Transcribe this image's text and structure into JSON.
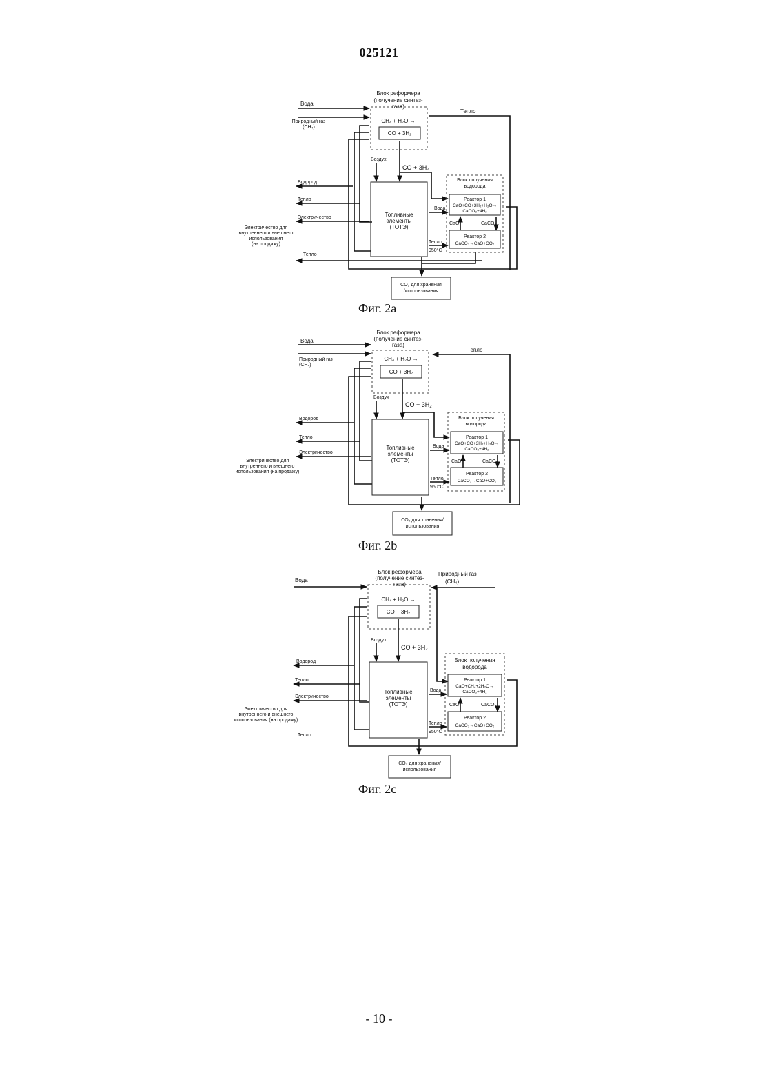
{
  "document": {
    "number": "025121",
    "page_number": "- 10 -"
  },
  "figures": [
    {
      "caption": "Фиг. 2a",
      "reformer": {
        "title1": "Блок реформера",
        "title2": "(получение синтез-",
        "title3": "газа)",
        "reaction1": "CH₄ + H₂O →",
        "reaction2": "CO + 3H₂"
      },
      "inputs": {
        "water": "Вода",
        "gas1": "Природный газ",
        "gas2": "(CH₄)",
        "heat_top": "Тепло",
        "air": "Воздух",
        "syngas": "CO + 3H₂"
      },
      "outputs": {
        "hydrogen": "Водород",
        "heat": "Тепло",
        "electricity": "Электричество",
        "elec_use1": "Электричество для",
        "elec_use2": "внутреннего и внешнего",
        "elec_use3": "использования",
        "elec_use4": "(на продажу)",
        "heat_bottom": "Тепло"
      },
      "fuel_cells": {
        "line1": "Топливные",
        "line2": "элементы",
        "line3": "(ТОТЭ)"
      },
      "hydrogen_block": {
        "title1": "Блок получения",
        "title2": "водорода",
        "reactor1": "Реактор 1",
        "r1_eq1": "CaO+CO+3H₂+H₂O→",
        "r1_eq2": "CaCO₃+4H₂",
        "cao": "CaO",
        "caco3": "CaCO₃",
        "reactor2": "Реактор 2",
        "r2_eq": "CaCO₃→CaO+CO₂"
      },
      "links": {
        "water_in": "Вода",
        "heat_in": "Тепло",
        "temp": "950°C"
      },
      "co2": {
        "line1": "CO₂ для хранения",
        "line2": "/использования"
      }
    },
    {
      "caption": "Фиг. 2b",
      "reformer": {
        "title1": "Блок реформера",
        "title2": "(получение синтез-",
        "title3": "газа)",
        "reaction1": "CH₄ + H₂O →",
        "reaction2": "CO + 3H₂"
      },
      "inputs": {
        "water": "Вода",
        "gas1": "Природный газ",
        "gas2": "(CH₄)",
        "heat_top": "Тепло",
        "air": "Воздух",
        "syngas": "CO + 3H₂"
      },
      "outputs": {
        "hydrogen": "Водород",
        "heat": "Тепло",
        "electricity": "Электричество",
        "elec_use1": "Электричество для",
        "elec_use2": "внутреннего и внешнего",
        "elec_use3": "использования (на продажу)"
      },
      "fuel_cells": {
        "line1": "Топливные",
        "line2": "элементы",
        "line3": "(ТОТЭ)"
      },
      "hydrogen_block": {
        "title1": "Блок получения",
        "title2": "водорода",
        "reactor1": "Реактор 1",
        "r1_eq1": "CaO+CO+3H₂+H₂O→",
        "r1_eq2": "CaCO₃+4H₂",
        "cao": "CaO",
        "caco3": "CaCO₃",
        "reactor2": "Реактор 2",
        "r2_eq": "CaCO₃→CaO+CO₂"
      },
      "links": {
        "water_in": "Вода",
        "heat_in": "Тепло",
        "temp": "950°C"
      },
      "co2": {
        "line1": "CO₂ для хранения/",
        "line2": "использования"
      }
    },
    {
      "caption": "Фиг. 2c",
      "reformer": {
        "title1": "Блок реформера",
        "title2": "(получение синтез-",
        "title3": "газа)",
        "reaction1": "CH₄ + H₂O →",
        "reaction2": "CO + 3H₂"
      },
      "inputs": {
        "water": "Вода",
        "gas1": "Природный газ",
        "gas2": "(CH₄)",
        "air": "Воздух",
        "syngas": "CO + 3H₂"
      },
      "outputs": {
        "hydrogen": "Водород",
        "heat": "Тепло",
        "electricity": "Электричество",
        "elec_use1": "Электричество для",
        "elec_use2": "внутреннего и внешнего",
        "elec_use3": "использования (на продажу)",
        "heat_bottom": "Тепло"
      },
      "fuel_cells": {
        "line1": "Топливные",
        "line2": "элементы",
        "line3": "(ТОТЭ)"
      },
      "hydrogen_block": {
        "title1": "Блок получения",
        "title2": "водорода",
        "reactor1": "Реактор 1",
        "r1_eq1": "CaO+CH₄+2H₂O→",
        "r1_eq2": "CaCO₃+4H₂",
        "cao": "CaO",
        "caco3": "CaCO₃",
        "reactor2": "Реактор 2",
        "r2_eq": "CaCO₃→CaO+CO₂"
      },
      "links": {
        "water_in": "Вода",
        "heat_in": "Тепло",
        "temp": "950°C"
      },
      "co2": {
        "line1": "CO₂ для хранения/",
        "line2": "использования"
      }
    }
  ]
}
